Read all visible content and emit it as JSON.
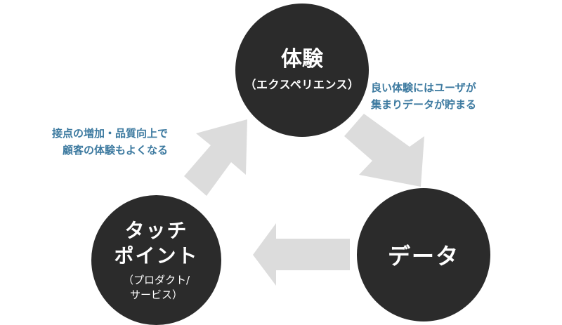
{
  "nodes": {
    "experience": {
      "title": "体験",
      "subtitle": "（エクスペリエンス）"
    },
    "touchpoint": {
      "title_lines": [
        "タッチ",
        "ポイント"
      ],
      "subtitle_lines": [
        "（プロダクト/",
        "サービス）"
      ]
    },
    "data": {
      "title": "データ"
    }
  },
  "annotations": {
    "left": [
      "接点の増加・品質向上で",
      "顧客の体験もよくなる"
    ],
    "right": [
      "良い体験にはユーザが",
      "集まりデータが貯まる"
    ]
  },
  "colors": {
    "node": "#2b2b2b",
    "arrow": "#dcdcdc",
    "annotation": "#3d7aa0"
  }
}
